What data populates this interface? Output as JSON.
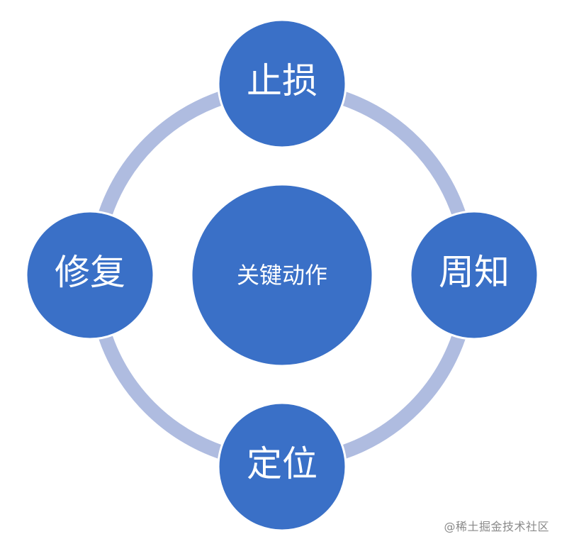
{
  "diagram": {
    "center_label": "关键动作",
    "nodes": {
      "top": "止损",
      "right": "周知",
      "bottom": "定位",
      "left": "修复"
    }
  },
  "watermark": "@稀土掘金技术社区",
  "colors": {
    "circle_fill": "#3A70C7",
    "circle_stroke": "#ffffff",
    "ring": "#AFBCE0",
    "text": "#ffffff"
  }
}
